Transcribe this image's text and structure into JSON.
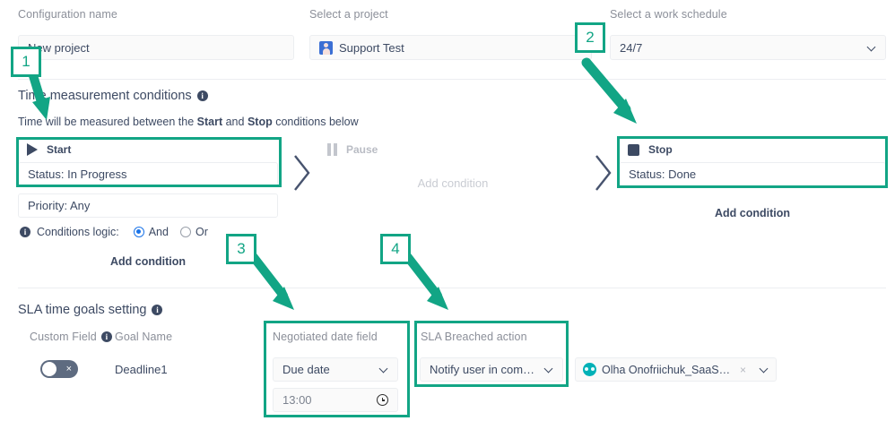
{
  "accent": "#12a585",
  "top_fields": [
    {
      "label": "Configuration name",
      "value": "New project",
      "type": "text"
    },
    {
      "label": "Select a project",
      "value": "Support Test",
      "type": "select-icon",
      "icon": "project-avatar-icon"
    },
    {
      "label": "Select a work schedule",
      "value": "24/7",
      "type": "select"
    }
  ],
  "time_section": {
    "title": "Time measurement conditions",
    "info_icon": "info-icon",
    "subtitle_parts": {
      "pre": "Time will be measured between the ",
      "start": "Start",
      "mid": " and ",
      "stop": "Stop",
      "post": " conditions below"
    }
  },
  "start_panel": {
    "icon": "play-icon",
    "title": "Start",
    "conditions": [
      "Status: In Progress",
      "Priority: Any"
    ],
    "logic": {
      "info_icon": "info-icon",
      "label": "Conditions logic:",
      "options": [
        "And",
        "Or"
      ],
      "selected": "And"
    },
    "add_condition": "Add condition"
  },
  "pause_panel": {
    "icon": "pause-icon",
    "title": "Pause",
    "add_condition": "Add condition"
  },
  "stop_panel": {
    "icon": "stop-icon",
    "title": "Stop",
    "conditions": [
      "Status: Done"
    ],
    "add_condition": "Add condition"
  },
  "sla_section": {
    "title": "SLA time goals setting",
    "info_icon": "info-icon",
    "headers": {
      "custom_field": "Custom Field",
      "custom_field_info_icon": "info-icon",
      "goal_name": "Goal Name",
      "negotiated_date_field": "Negotiated date field",
      "sla_breached_action": "SLA Breached action"
    },
    "row": {
      "toggle_state": "off",
      "toggle_glyph": "×",
      "goal_name": "Deadline1",
      "negotiated_date_value": "Due date",
      "time_value": "13:00",
      "time_icon": "clock-icon",
      "breached_action_value": "Notify user in comment",
      "user_chip": {
        "avatar_icon": "user-avatar-icon",
        "name": "Olha Onofriichuk_SaaS…",
        "remove_glyph": "×"
      }
    }
  },
  "annotations": {
    "callouts": [
      {
        "number": "1",
        "target": "configuration-name-input"
      },
      {
        "number": "2",
        "target": "stop-panel"
      },
      {
        "number": "3",
        "target": "negotiated-date-field"
      },
      {
        "number": "4",
        "target": "sla-breached-action"
      }
    ]
  }
}
